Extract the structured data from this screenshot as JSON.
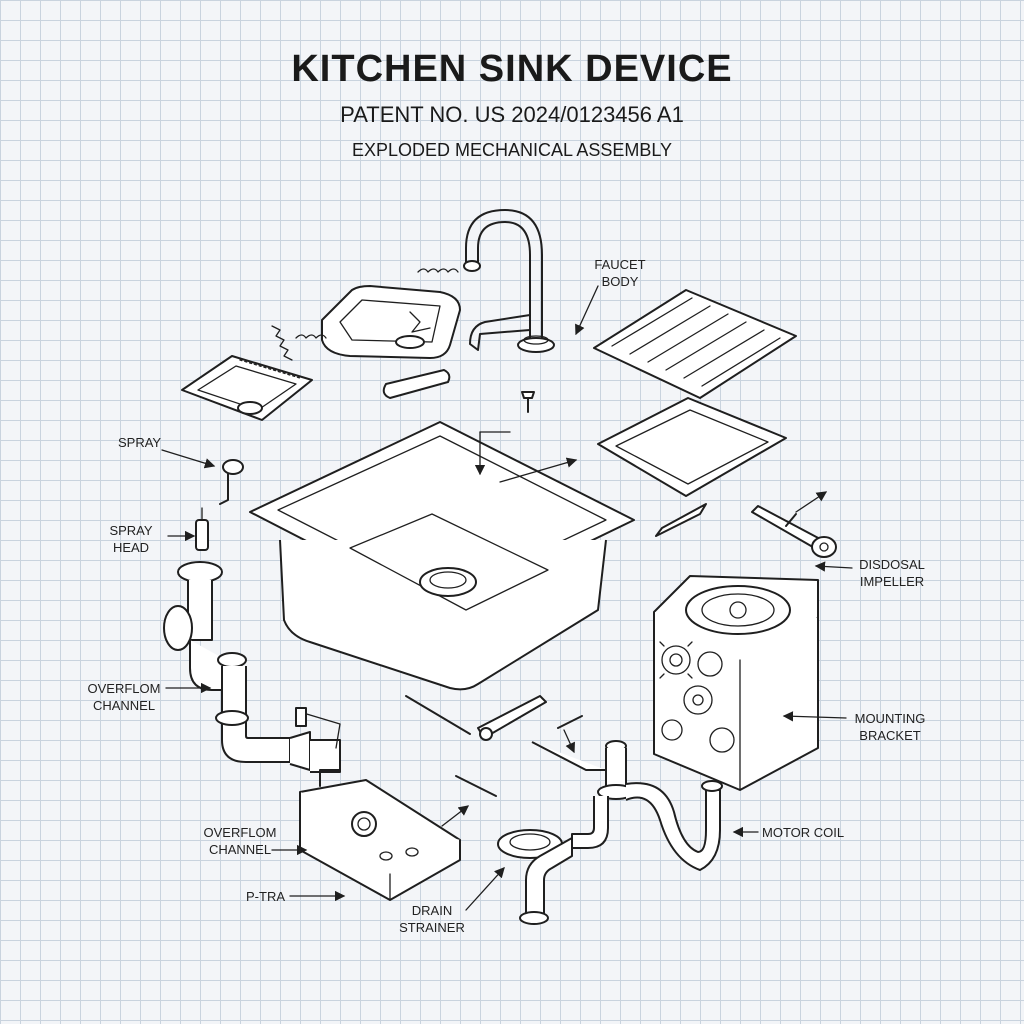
{
  "header": {
    "title": "KITCHEN SINK DEVICE",
    "patent": "PATENT NO. US 2024/0123456 A1",
    "subtitle": "EXPLODED MECHANICAL ASSEMBLY"
  },
  "labels": {
    "faucet_body": "FAUCET BODY",
    "spray": "SPRAY",
    "spray_head": "SPRAY HEAD",
    "overflow_channel_1": "OVERFLOM CHANNEL",
    "overflow_channel_2": "OVERFLOM CHANNEL",
    "p_trap": "P-TRA",
    "drain_strainer": "DRAIN STRAINER",
    "disposal_impeller": "DISDOSAL IMPELLER",
    "mounting_bracket": "MOUNTING BRACKET",
    "motor_coil": "MOTOR COIL"
  }
}
